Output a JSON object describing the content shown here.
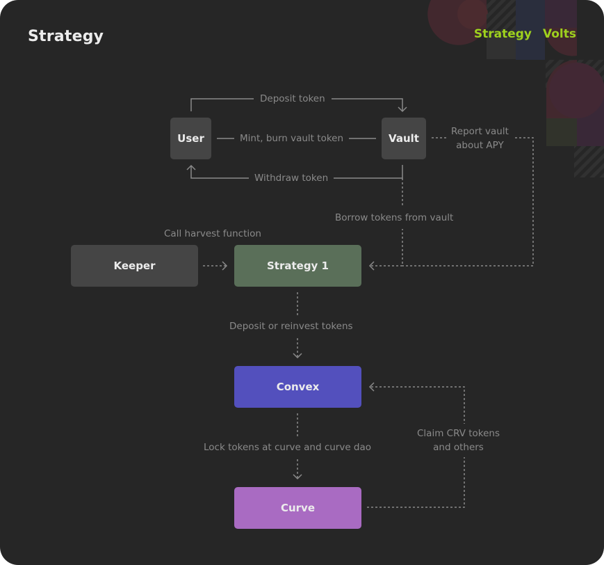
{
  "header": {
    "title": "Strategy",
    "brand_word_1": "Strategy",
    "brand_word_2": "Volts",
    "brand_color": "#9ed11e"
  },
  "nodes": {
    "user": {
      "label": "User",
      "color": "#454545"
    },
    "vault": {
      "label": "Vault",
      "color": "#454545"
    },
    "keeper": {
      "label": "Keeper",
      "color": "#454545"
    },
    "strategy": {
      "label": "Strategy 1",
      "color": "#5a6f59"
    },
    "convex": {
      "label": "Convex",
      "color": "#5350bd"
    },
    "curve": {
      "label": "Curve",
      "color": "#a96bc2"
    }
  },
  "edges": {
    "deposit_token": "Deposit token",
    "mint_burn": "Mint, burn vault token",
    "withdraw_token": "Withdraw token",
    "report_vault_1": "Report vault",
    "report_vault_2": "about APY",
    "borrow_tokens": "Borrow tokens from vault",
    "call_harvest": "Call harvest function",
    "deposit_reinvest": "Deposit or reinvest tokens",
    "lock_tokens": "Lock tokens at curve and curve dao",
    "claim_crv_1": "Claim CRV tokens",
    "claim_crv_2": "and others"
  },
  "colors": {
    "background": "#262626",
    "line": "#8a8a8a",
    "text": "#ececec"
  }
}
